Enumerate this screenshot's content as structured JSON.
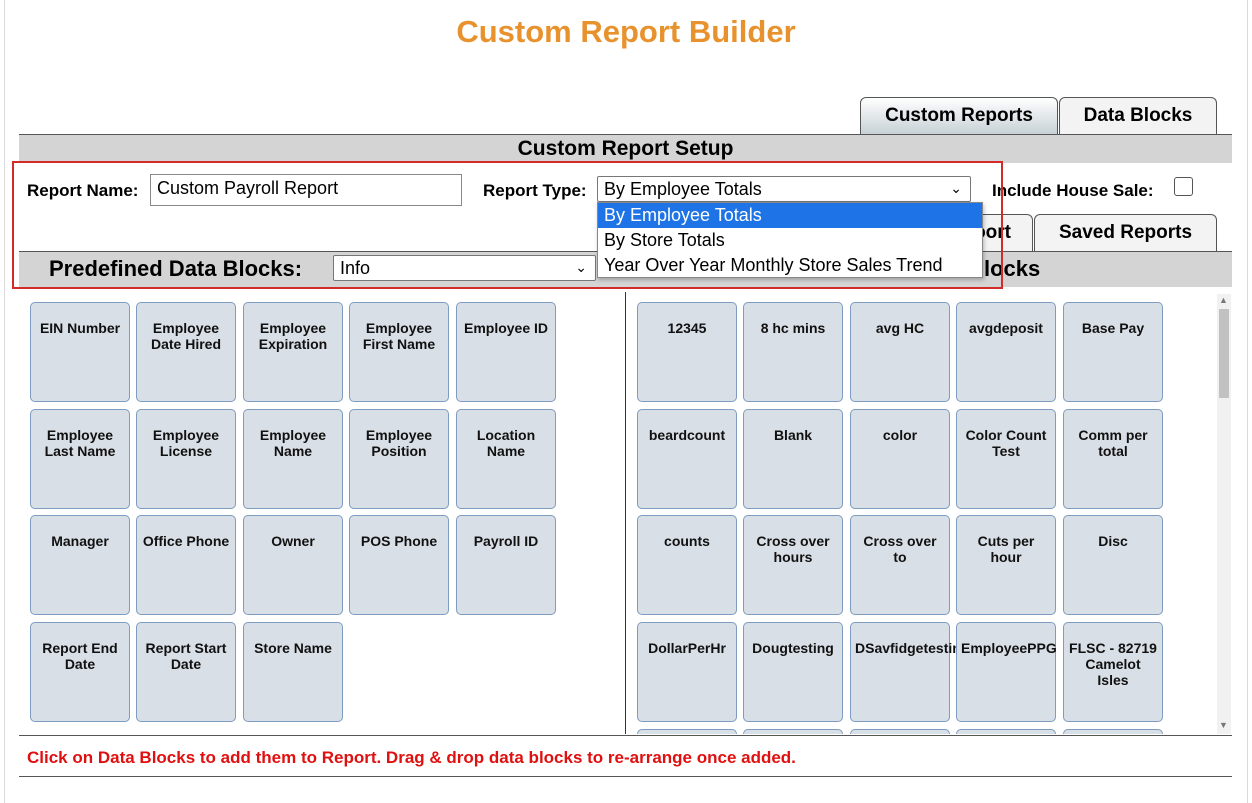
{
  "page_title": "Custom Report Builder",
  "top_tabs": [
    {
      "label": "Custom Reports",
      "active": true
    },
    {
      "label": "Data Blocks",
      "active": false
    }
  ],
  "setup": {
    "title": "Custom Report Setup",
    "report_name_label": "Report Name:",
    "report_name_value": "Custom Payroll Report",
    "report_type_label": "Report Type:",
    "report_type_value": "By Employee Totals",
    "report_type_options": [
      "By Employee Totals",
      "By Store Totals",
      "Year Over Year Monthly Store Sales Trend"
    ],
    "include_house_sale_label": "Include House Sale:",
    "include_house_sale_checked": false
  },
  "second_tabs": [
    {
      "label": "oort",
      "partially_hidden": true
    },
    {
      "label": "Saved Reports"
    }
  ],
  "predefined": {
    "label": "Predefined Data Blocks:",
    "filter_value": "Info",
    "right_header_fragment": "locks",
    "blocks": [
      "EIN Number",
      "Employee Date Hired",
      "Employee Expiration",
      "Employee First Name",
      "Employee ID",
      "Employee Last Name",
      "Employee License",
      "Employee Name",
      "Employee Position",
      "Location Name",
      "Manager",
      "Office Phone",
      "Owner",
      "POS Phone",
      "Payroll ID",
      "Report End Date",
      "Report Start Date",
      "Store Name"
    ]
  },
  "custom_blocks": [
    "12345",
    "8 hc mins",
    "avg HC",
    "avgdeposit",
    "Base Pay",
    "beardcount",
    "Blank",
    "color",
    "Color Count Test",
    "Comm per total",
    "counts",
    "Cross over hours",
    "Cross over to",
    "Cuts per hour",
    "Disc",
    "DollarPerHr",
    "Dougtesting",
    "DSavfidgetesting",
    "EmployeePPG",
    "FLSC - 82719 Camelot Isles"
  ],
  "hint": "Click on Data Blocks to add them to Report. Drag & drop data blocks to re-arrange once added.",
  "colors": {
    "title": "#e8922e",
    "hint": "#e01010",
    "block_bg": "#d9dfe6",
    "block_border": "#7d9cc0",
    "dropdown_selected": "#1e74e6"
  }
}
